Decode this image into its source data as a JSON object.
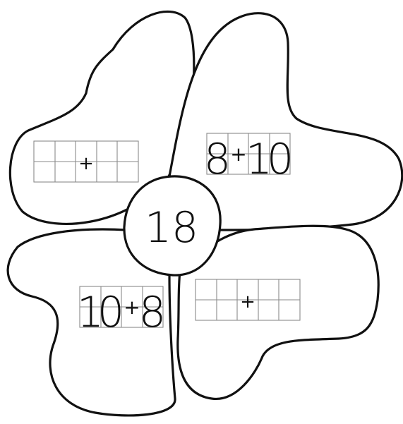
{
  "flower": {
    "center_value": "18",
    "petals": [
      {
        "id": "top-left",
        "cells": [
          "",
          "",
          "+",
          "",
          ""
        ]
      },
      {
        "id": "top-right",
        "cells": [
          "8",
          "+",
          "1",
          "0"
        ]
      },
      {
        "id": "bottom-left",
        "cells": [
          "1",
          "0",
          "+",
          "8"
        ]
      },
      {
        "id": "bottom-right",
        "cells": [
          "",
          "",
          "+",
          "",
          ""
        ]
      }
    ]
  }
}
